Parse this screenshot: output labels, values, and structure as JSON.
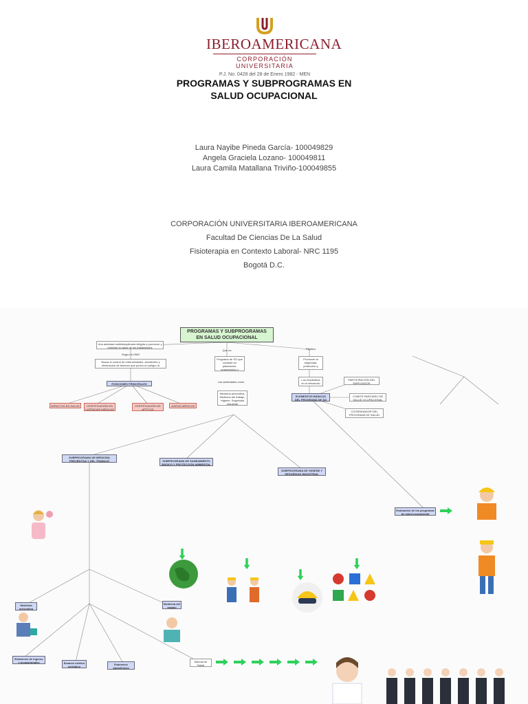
{
  "header": {
    "logo_name": "IBEROAMERICANA",
    "logo_sub": "CORPORACIÓN UNIVERSITARIA",
    "logo_pj": "P.J. No. 0428 del 28 de Enero 1982 - MEN",
    "title_line1": "PROGRAMAS Y SUBPROGRAMAS EN",
    "title_line2": "SALUD OCUPACIONAL",
    "authors": [
      "Laura Nayibe Pineda García- 100049829",
      "Angela Graciela Lozano- 100049811",
      "Laura Camila Matallana Triviño-100049855"
    ],
    "institution": [
      "CORPORACIÓN UNIVERSITARIA IBEROAMERICANA",
      "Facultad De Ciencias De La Salud",
      "Fisioterapia en Contexto Laboral- NRC 1195",
      "Bogotá D.C."
    ]
  },
  "map": {
    "title_line1": "PROGRAMAS Y SUBPROGRAMAS",
    "title_line2": "EN SALUD OCUPACIONAL",
    "nodes": {
      "def": "Una actividad multidisciplinaria dirigida a promover y proteger la salud de los trabajadores",
      "segun": "Según la OMS",
      "busca": "Busca el control de enfermedades, accidentes y eliminación de factores que ponen en peligro la seguridad del trabajador",
      "funciones": "FUNCIONES PRINCIPALES",
      "f1": "IMPACTOS EN SALUD",
      "f2": "CERTIFICACIÓN EN LATENCIAS MEDICAS",
      "f3": "CERTIFICACIÓN DE APTITUD PSICOFÍSICA",
      "f4": "JUNTAS MÉDICAS",
      "quees": "Que es",
      "programa": "Programa de SO que consiste en planeación, organización y ejecución",
      "actividades": "Las actividades como",
      "med": "Medicina preventiva, Medicina del trabajo, Higiene, Seguridad industrial",
      "objetivo": "Objetivo",
      "promover": "Promover la seguridad, protección y atención",
      "empleados": "Los empleados en el desarrollo de su trabajo",
      "elementos": "ELEMENTOS BÁSICOS DEL PROGRAMA DE SO",
      "participacion": "PARTICIPACIÓN DEL EMPLEADOR",
      "comite": "COMITÉ PARITARIO DE SALUD OCUPACIONAL (SO)",
      "coordinador": "COORDINADOR DEL PROGRAMA DE SALUD OCUPACIONAL",
      "sub1": "SUBPROGRAMA DE MEDICINA PREVENTIVA Y DEL TRABAJO",
      "sub2": "SUBPROGRAMA DE SANEAMIENTO BÁSICO Y PROTECCIÓN AMBIENTAL",
      "sub3": "SUBPROGRAMA DE HIGIENE Y SEGURIDAD INDUSTRIAL",
      "evaluacion": "Evaluación de los programas de salud ocupacional",
      "medprev": "Medicina preventiva",
      "medtrab": "Medicina del trabajo",
      "examenes": "Exámenes de ingreso y ocupacionales",
      "examen_med": "Examen médico periódico",
      "examenes_p": "Exámenes paraclínicos",
      "manual": "Manual de Salud Ocupacional"
    }
  },
  "colors": {
    "brand": "#8b1d2c",
    "header_green": "#d7f5d0",
    "sub_blue": "#d7d9f5",
    "func_red": "#f7c9c4",
    "arrow_green": "#2ed15a"
  }
}
